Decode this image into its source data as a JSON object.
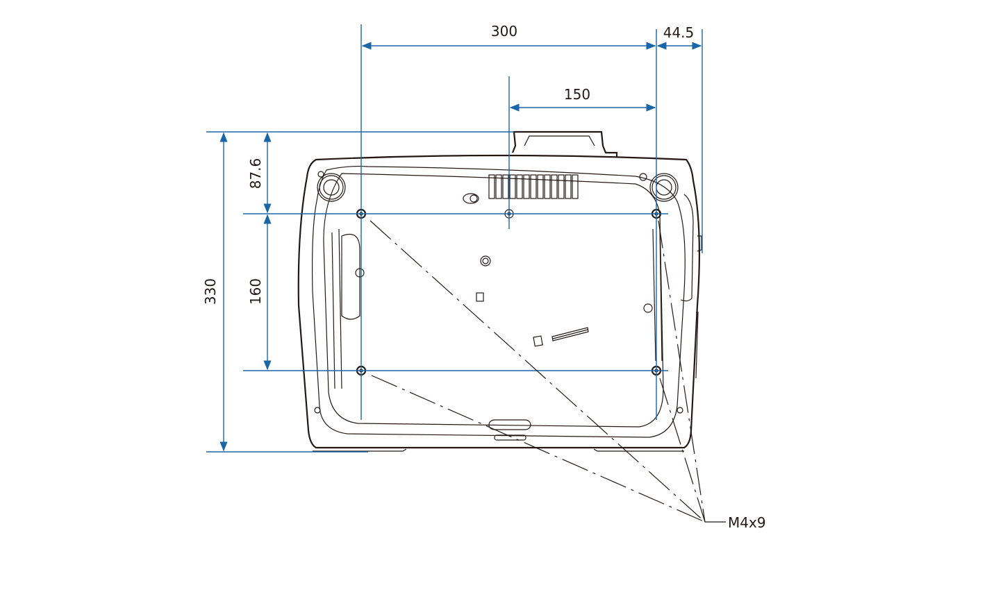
{
  "diagram": {
    "title": "Projector bottom view mounting dimensions",
    "dimensions": {
      "width_between_holes": "300",
      "offset_right": "44.5",
      "center_to_hole": "150",
      "total_depth": "330",
      "front_to_hole": "87.6",
      "hole_spacing_depth": "160"
    },
    "screw_label": "M4x9",
    "colors": {
      "dimension": "#1a66a8",
      "outline": "#231815"
    }
  }
}
